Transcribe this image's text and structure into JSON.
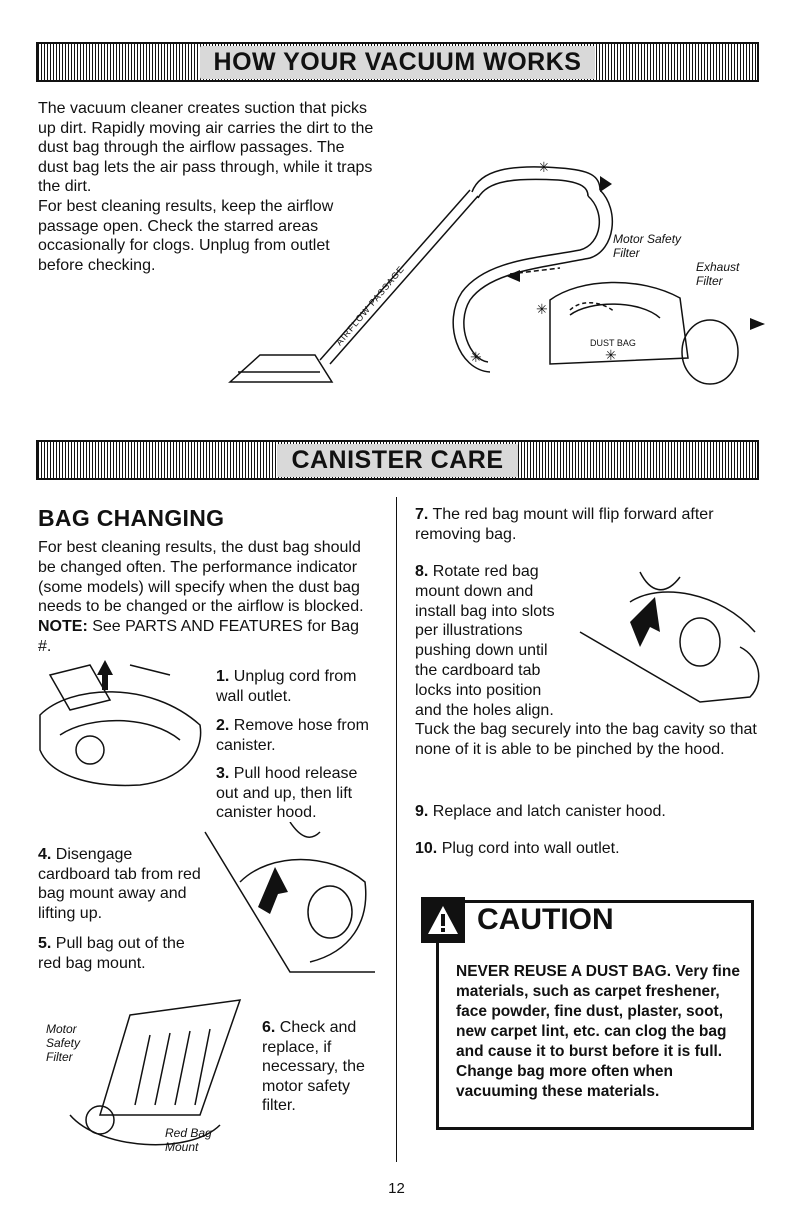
{
  "header_top": {
    "title": "HOW YOUR VACUUM WORKS"
  },
  "intro": {
    "p1": "The vacuum cleaner creates suction that picks up dirt. Rapidly moving air carries the dirt to the dust bag through the airflow passages. The dust bag lets the air pass through, while it traps the dirt.",
    "p2": "For best cleaning results, keep the airflow passage open. Check the starred areas occasionally for clogs. Unplug from outlet before checking."
  },
  "diagram_top": {
    "motor_safety_filter": "Motor Safety Filter",
    "exhaust_filter": "Exhaust Filter",
    "airflow_passage": "AIRFLOW PASSAGE",
    "dust_bag": "DUST BAG"
  },
  "header_mid": {
    "title": "CANISTER CARE"
  },
  "bag_changing": {
    "heading": "BAG CHANGING",
    "intro_pre": "For best cleaning results, the dust bag should be changed often. The performance indicator (some models) will specify when the dust bag needs to be changed or the airflow is blocked. ",
    "intro_note": "NOTE:",
    "intro_post": " See PARTS AND FEATURES for Bag #.",
    "steps": [
      {
        "num": "1.",
        "text": " Unplug cord from wall outlet."
      },
      {
        "num": "2.",
        "text": " Remove hose from canister."
      },
      {
        "num": "3.",
        "text": " Pull hood release out and up, then lift canister hood."
      },
      {
        "num": "4.",
        "text": " Disengage cardboard tab from red bag mount away and lifting up."
      },
      {
        "num": "5.",
        "text": " Pull bag out of the red bag mount."
      },
      {
        "num": "6.",
        "text": " Check and replace, if necessary, the motor safety filter."
      },
      {
        "num": "7.",
        "text": " The red bag mount will flip forward after removing bag."
      },
      {
        "num": "8.",
        "text": " Rotate red bag mount down and install bag into slots per illustrations pushing down until the cardboard tab locks into position and the holes align. Tuck the bag securely into the bag cavity so that none of it is able to be pinched by the hood."
      },
      {
        "num": "9.",
        "text": " Replace and latch canister hood."
      },
      {
        "num": "10.",
        "text": " Plug cord into wall outlet."
      }
    ],
    "fig6_labels": {
      "motor_safety_filter": "Motor Safety Filter",
      "red_bag_mount": "Red Bag Mount"
    }
  },
  "caution": {
    "title": "CAUTION",
    "text": "NEVER REUSE A DUST BAG. Very fine materials, such as carpet freshener, face powder, fine dust, plaster, soot, new carpet lint, etc. can clog the bag and cause it to burst before it is full. Change bag more often when vacuuming these materials."
  },
  "page": {
    "number": "12"
  }
}
